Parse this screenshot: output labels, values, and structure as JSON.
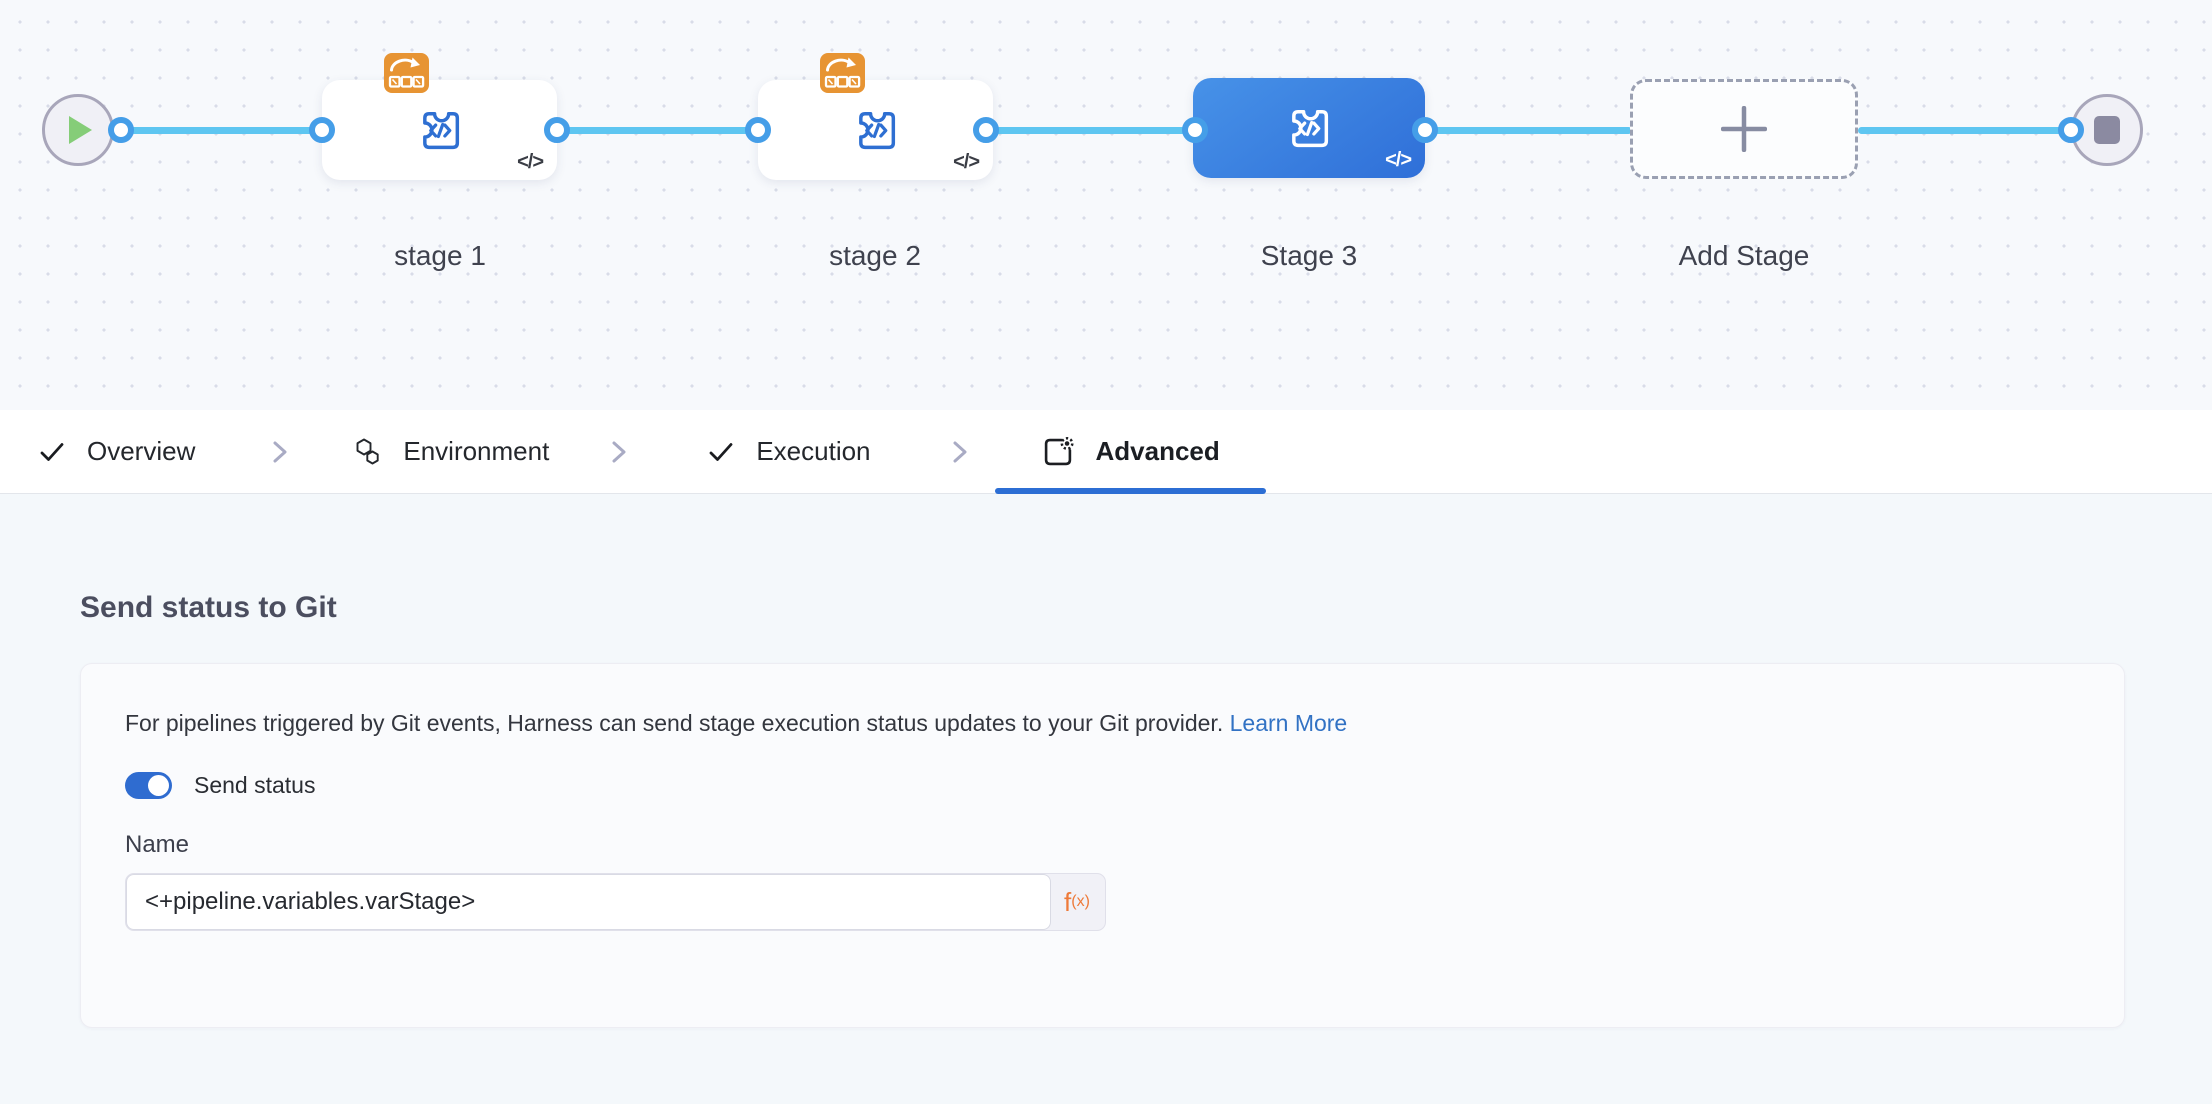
{
  "canvas": {
    "stages": [
      {
        "label": "stage 1",
        "selected": false
      },
      {
        "label": "stage 2",
        "selected": false
      },
      {
        "label": "Stage 3",
        "selected": true
      }
    ],
    "add_stage_label": "Add Stage",
    "code_glyph": "</>"
  },
  "tabs": {
    "items": [
      {
        "label": "Overview",
        "icon": "check-icon",
        "active": false
      },
      {
        "label": "Environment",
        "icon": "environment-icon",
        "active": false
      },
      {
        "label": "Execution",
        "icon": "check-icon",
        "active": false
      },
      {
        "label": "Advanced",
        "icon": "advanced-gear-icon",
        "active": true
      }
    ]
  },
  "panel": {
    "heading": "Send status to Git",
    "description": "For pipelines triggered by Git events, Harness can send stage execution status updates to your Git provider.",
    "learn_more_label": "Learn More",
    "toggle_label": "Send status",
    "toggle_on": true,
    "name_label": "Name",
    "name_value": "<+pipeline.variables.varStage>",
    "fx": {
      "f": "f",
      "sub": "(x)"
    }
  },
  "colors": {
    "accent_blue": "#2c6ed4",
    "link_blue": "#3272c4",
    "toggle_blue": "#2f6cd0",
    "selected_stage_gradient_start": "#4792e8",
    "selected_stage_gradient_end": "#2f6fd8",
    "edge_blue": "#5ec6f1",
    "port_blue": "#459ee8",
    "badge_orange": "#e79433",
    "fx_orange": "#ee7a3a",
    "play_green": "#85cd78",
    "node_gray": "#8b8aa1",
    "stage_icon_blue": "#2e6fd2"
  }
}
